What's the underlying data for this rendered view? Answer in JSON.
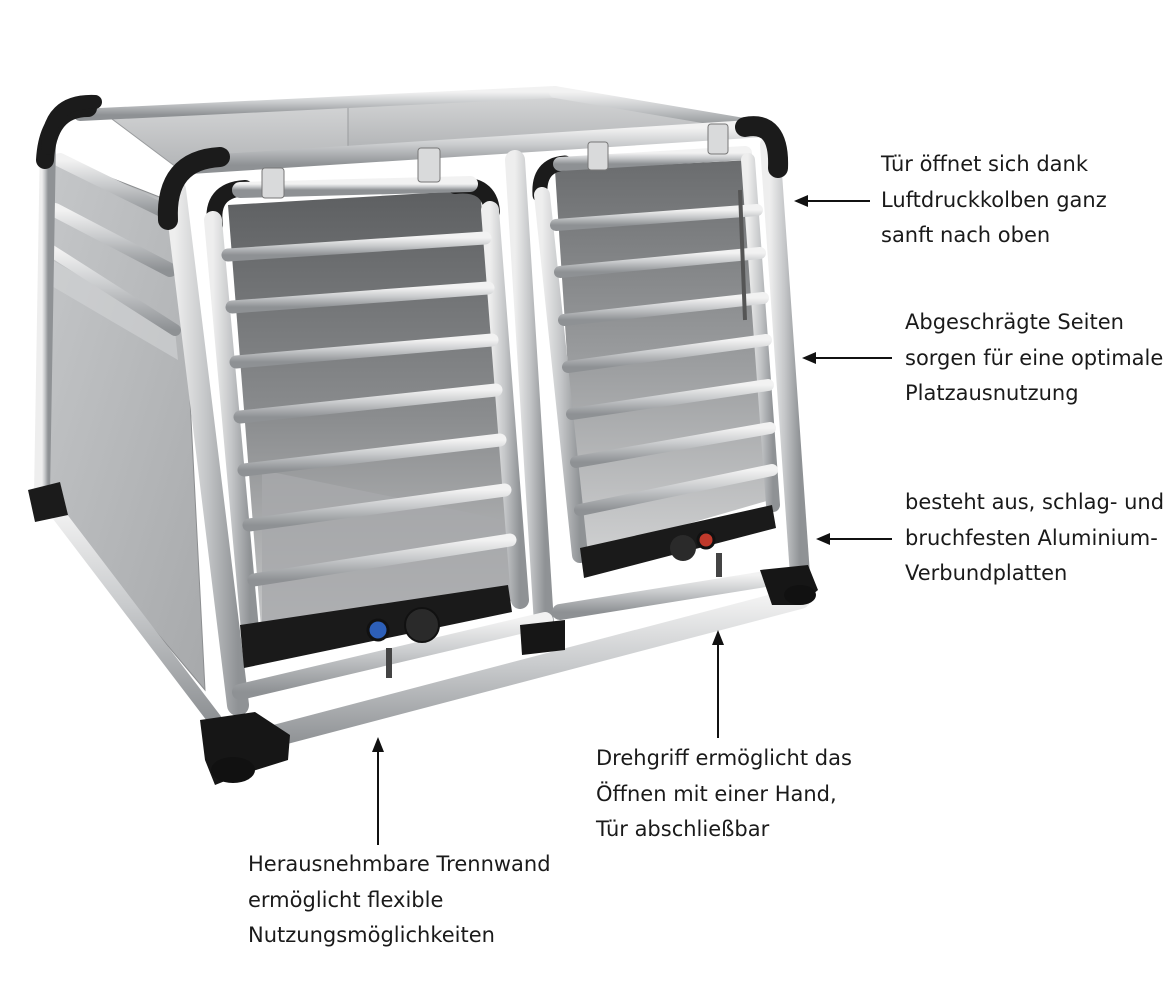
{
  "image": {
    "subject": "Aluminium-Doppelhundebox mit zwei Türen",
    "colors": {
      "frame": "#c7c9cb",
      "panel": "#b9bbbd",
      "black_parts": "#161616",
      "text": "#1a1a1a",
      "background": "#ffffff"
    }
  },
  "callouts": {
    "door_lift": {
      "lines": [
        "Tür öffnet sich dank",
        "Luftdruckkolben ganz",
        "sanft nach oben"
      ]
    },
    "sides": {
      "lines": [
        "Abgeschrägte Seiten",
        "sorgen für eine optimale",
        "Platzausnutzung"
      ]
    },
    "material": {
      "lines": [
        "besteht aus, schlag- und",
        "bruchfesten Aluminium-",
        "Verbundplatten"
      ]
    },
    "handle": {
      "lines": [
        "Drehgriff ermöglicht das",
        "Öffnen mit einer Hand,",
        "Tür abschließbar"
      ]
    },
    "divider": {
      "lines": [
        "Herausnehmbare Trennwand",
        "ermöglicht flexible",
        "Nutzungsmöglichkeiten"
      ]
    }
  }
}
